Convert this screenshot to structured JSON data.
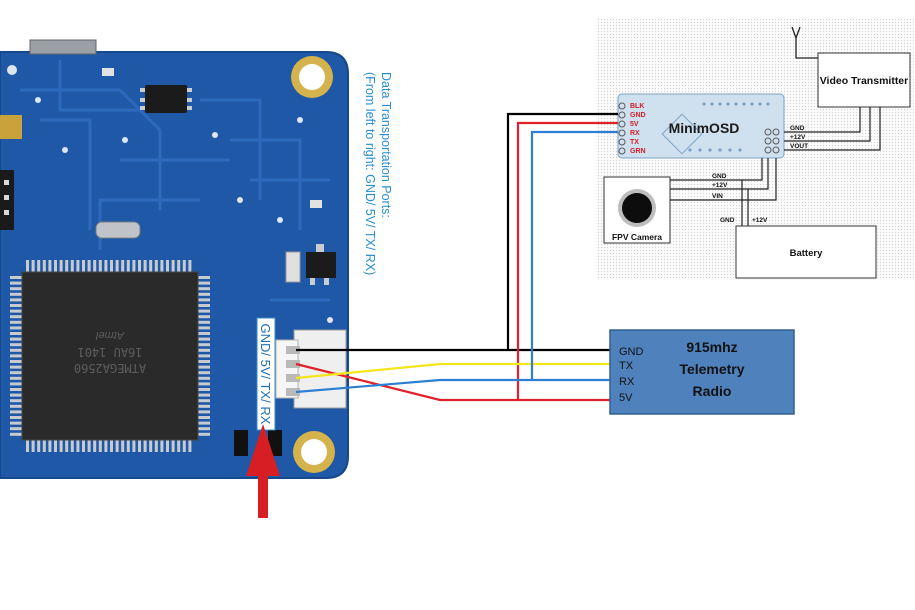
{
  "port_note": {
    "line1": "Data Transportation Ports:",
    "line2": "(From left to right: GND/ 5V/ TX/ RX)"
  },
  "board": {
    "port_label": "GND/ 5V/ TX/ RX",
    "chip_line1": "ATMEGA2560",
    "chip_line2": "16AU 1401",
    "chip_brand": "Atmel"
  },
  "minimosd": {
    "title": "MinimOSD",
    "pins": [
      "BLK",
      "GND",
      "5V",
      "RX",
      "TX",
      "GRN"
    ],
    "right_labels": [
      "GND",
      "+12V",
      "VOUT"
    ]
  },
  "video_tx": {
    "label": "Video Transmitter"
  },
  "camera": {
    "label": "FPV Camera",
    "wire_labels": [
      "GND",
      "+12V",
      "VIN"
    ]
  },
  "battery": {
    "label": "Battery",
    "wire_labels": [
      "GND",
      "+12V"
    ]
  },
  "radio": {
    "title_line1": "915mhz",
    "title_line2": "Telemetry",
    "title_line3": "Radio",
    "pins": [
      "GND",
      "TX",
      "RX",
      "5V"
    ]
  },
  "colors": {
    "pcb": "#1f58a6",
    "radio_fill": "#4f81bd",
    "wire_black": "#000000",
    "wire_red": "#e0202a",
    "wire_yellow": "#f4e61b",
    "wire_blue": "#2d7fd3",
    "arrow": "#d81e25",
    "note_text": "#2a8fcf"
  }
}
